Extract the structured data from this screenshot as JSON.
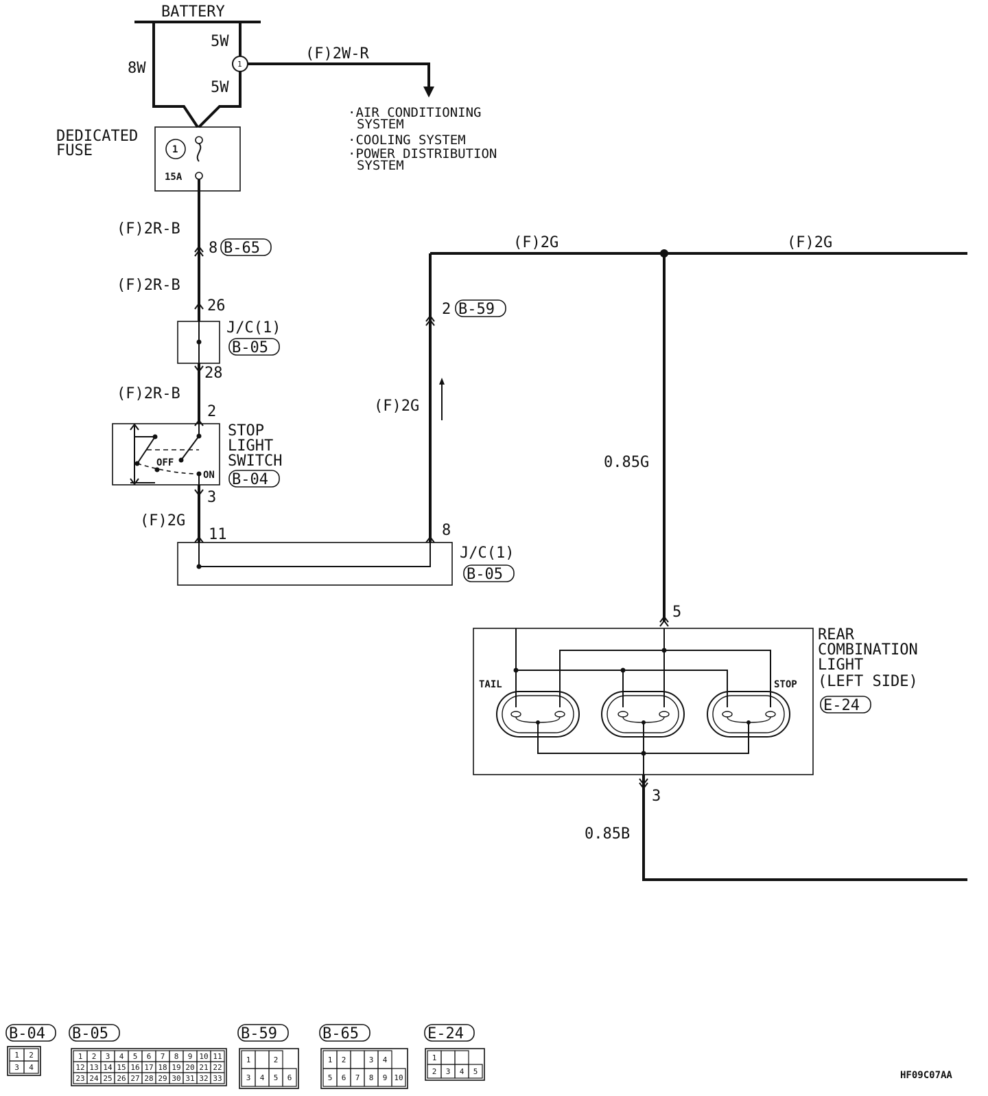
{
  "labels": {
    "battery": "BATTERY",
    "w_5w_top": "5W",
    "w_8w": "8W",
    "w_5w_bottom": "5W",
    "splice_num": "1",
    "wire_2wr": "(F)2W-R",
    "dest1a": "·AIR CONDITIONING",
    "dest1b": "SYSTEM",
    "dest2": "·COOLING SYSTEM",
    "dest3a": "·POWER DISTRIBUTION",
    "dest3b": "SYSTEM",
    "dedicated_fuse_1": "DEDICATED",
    "dedicated_fuse_2": "FUSE",
    "fuse_num": "1",
    "fuse_rating": "15A",
    "wire_2rb_1": "(F)2R-B",
    "pin_8": "8",
    "conn_b65": "B-65",
    "wire_2rb_2": "(F)2R-B",
    "pin_26": "26",
    "jc1_a": "J/C(1)",
    "conn_b05_a": "B-05",
    "pin_28": "28",
    "wire_2rb_3": "(F)2R-B",
    "pin_2": "2",
    "switch_1": "STOP",
    "switch_2": "LIGHT",
    "switch_3": "SWITCH",
    "conn_b04": "B-04",
    "off": "OFF",
    "on": "ON",
    "pin_3a": "3",
    "wire_2g_left": "(F)2G",
    "pin_11": "11",
    "pin_8b": "8",
    "jc1_b": "J/C(1)",
    "conn_b05_b": "B-05",
    "wire_2g_mid": "(F)2G",
    "pin_2b": "2",
    "conn_b59": "B-59",
    "wire_2g_top1": "(F)2G",
    "wire_2g_top2": "(F)2G",
    "wire_085g": "0.85G",
    "pin_5": "5",
    "rcl_1": "REAR",
    "rcl_2": "COMBINATION",
    "rcl_3": "LIGHT",
    "rcl_4": "(LEFT SIDE)",
    "conn_e24": "E-24",
    "tail": "TAIL",
    "stop": "STOP",
    "pin_3b": "3",
    "wire_085b": "0.85B",
    "diagram_code": "HF09C07AA"
  },
  "connectors": {
    "b04": {
      "code": "B-04",
      "rows": [
        [
          "1",
          "2"
        ],
        [
          "3",
          "4"
        ]
      ]
    },
    "b05": {
      "code": "B-05",
      "rows": [
        [
          "1",
          "2",
          "3",
          "4",
          "5",
          "6",
          "7",
          "8",
          "9",
          "10",
          "11"
        ],
        [
          "12",
          "13",
          "14",
          "15",
          "16",
          "17",
          "18",
          "19",
          "20",
          "21",
          "22"
        ],
        [
          "23",
          "24",
          "25",
          "26",
          "27",
          "28",
          "29",
          "30",
          "31",
          "32",
          "33"
        ]
      ]
    },
    "b59": {
      "code": "B-59",
      "rows": [
        [
          "1",
          "",
          "2"
        ],
        [
          "3",
          "4",
          "5",
          "6"
        ]
      ]
    },
    "b65": {
      "code": "B-65",
      "rows": [
        [
          "1",
          "2",
          "",
          "3",
          "4"
        ],
        [
          "5",
          "6",
          "7",
          "8",
          "9",
          "10"
        ]
      ]
    },
    "e24": {
      "code": "E-24",
      "rows": [
        [
          "1",
          "",
          ""
        ],
        [
          "2",
          "3",
          "4",
          "5"
        ]
      ]
    }
  },
  "colors": {
    "ink": "#111111",
    "background": "#ffffff"
  }
}
